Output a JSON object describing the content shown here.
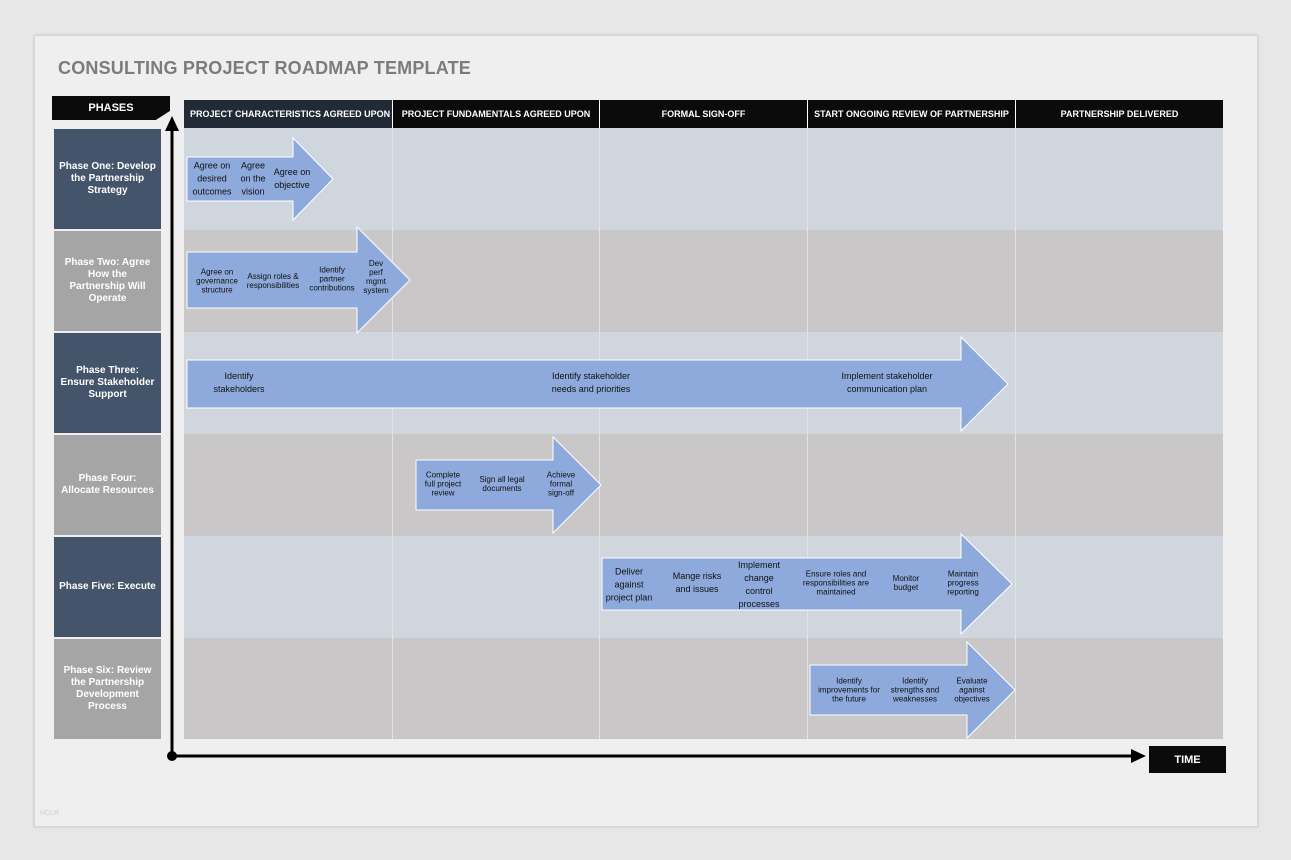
{
  "title": "CONSULTING PROJECT ROADMAP TEMPLATE",
  "phases_label": "PHASES",
  "time_label": "TIME",
  "watermark": "HCLR",
  "milestones": [
    "PROJECT CHARACTERISTICS AGREED UPON",
    "PROJECT FUNDAMENTALS AGREED UPON",
    "FORMAL SIGN-OFF",
    "START ONGOING REVIEW OF PARTNERSHIP",
    "PARTNERSHIP DELIVERED"
  ],
  "phases": [
    "Phase One: Develop the Partnership Strategy",
    "Phase Two: Agree How the Partnership Will Operate",
    "Phase Three: Ensure Stakeholder Support",
    "Phase Four: Allocate Resources",
    "Phase Five: Execute",
    "Phase Six: Review the Partnership Development Process"
  ],
  "tasks": {
    "phase1": [
      "Agree on desired outcomes",
      "Agree on the vision",
      "Agree on objective"
    ],
    "phase2": [
      "Agree on governance structure",
      "Assign roles & responsibilities",
      "Identify partner contributions",
      "Dev perf mgmt system"
    ],
    "phase3": [
      "Identify stakeholders",
      "Identify stakeholder needs and priorities",
      "Implement stakeholder communication plan"
    ],
    "phase4": [
      "Complete full project review",
      "Sign all legal documents",
      "Achieve formal sign-off"
    ],
    "phase5": [
      "Deliver against project plan",
      "Mange risks and issues",
      "Implement change control processes",
      "Ensure roles and responsibilities are maintained",
      "Monitor budget",
      "Maintain progress reporting"
    ],
    "phase6": [
      "Identify improvements for the future",
      "Identify strengths and weaknesses",
      "Evaluate against objectives"
    ]
  },
  "colors": {
    "arrow_fill": "#8ea9db",
    "phase_dark": "#44546a",
    "phase_grey": "#a5a5a5",
    "header_black": "#0b0b0b"
  }
}
